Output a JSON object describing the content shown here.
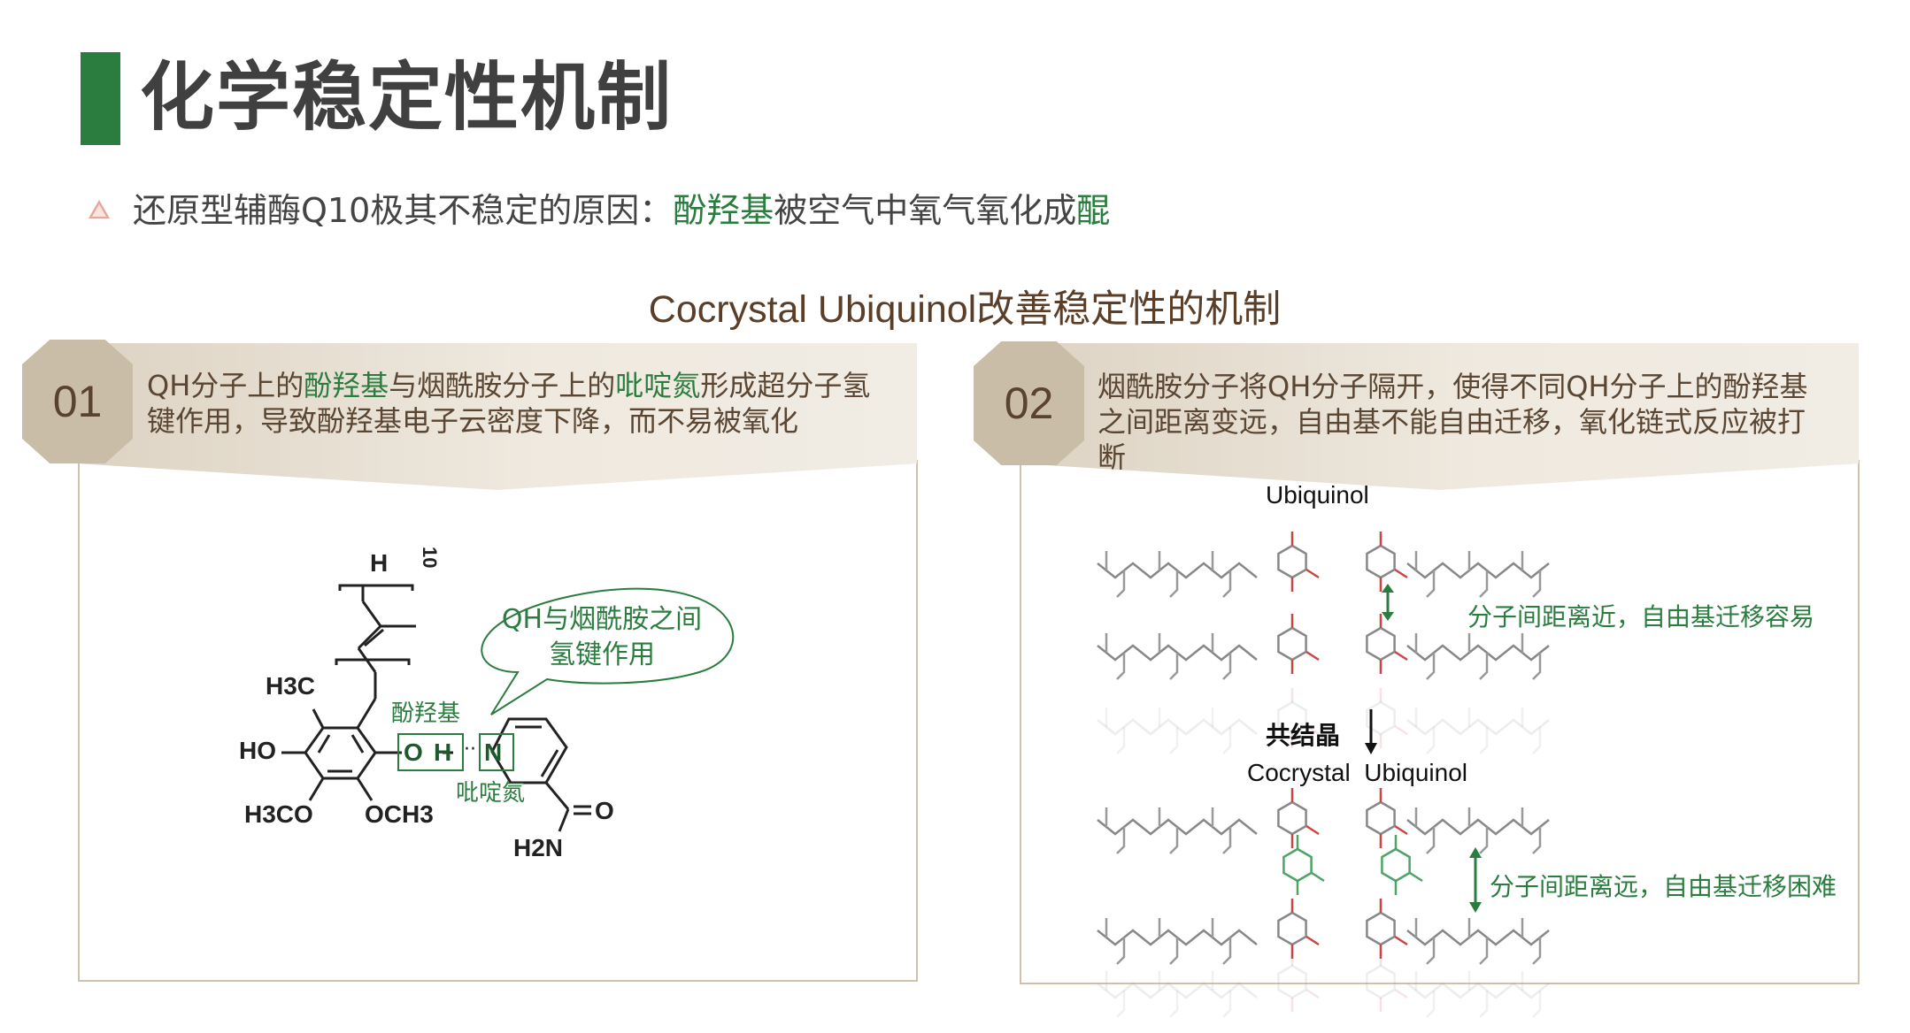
{
  "title": "化学稳定性机制",
  "bullet": {
    "prefix": "还原型辅酶Q10极其不稳定的原因：",
    "highlight1": "酚羟基",
    "middle": "被空气中氧气氧化成",
    "highlight2": "醌"
  },
  "subtitle": "Cocrystal Ubiquinol改善稳定性的机制",
  "panel1": {
    "number": "01",
    "text_parts": [
      "QH分子上的",
      "酚羟基",
      "与烟酰胺分子上的",
      "吡啶氮",
      "形成超分子氢键作用，导致酚羟基电子云密度下降，而不易被氧化"
    ],
    "figure": {
      "callout": [
        "QH与烟酰胺之间",
        "氢键作用"
      ],
      "label_phenol": "酚羟基",
      "label_pyridine": "吡啶氮",
      "atoms": {
        "H_top": "H",
        "n": "10",
        "h3c": "H3C",
        "ho": "HO",
        "h3co": "H3CO",
        "och3": "OCH3",
        "o": "O",
        "h": "H",
        "n_atom": "N",
        "carbonyl_o": "O",
        "h2n": "H2N"
      }
    }
  },
  "panel2": {
    "number": "02",
    "text": "烟酰胺分子将QH分子隔开，使得不同QH分子上的酚羟基之间距离变远，自由基不能自由迁移，氧化链式反应被打断",
    "figure": {
      "top_label": "Ubiquinol",
      "near_note": "分子间距离近，自由基迁移容易",
      "process": "共结晶",
      "bottom_label": "Cocrystal  Ubiquinol",
      "far_note": "分子间距离远，自由基迁移困难"
    }
  },
  "colors": {
    "accent_green": "#2a7d3f",
    "brown": "#5a3e28",
    "hex": "#c9bda8"
  }
}
